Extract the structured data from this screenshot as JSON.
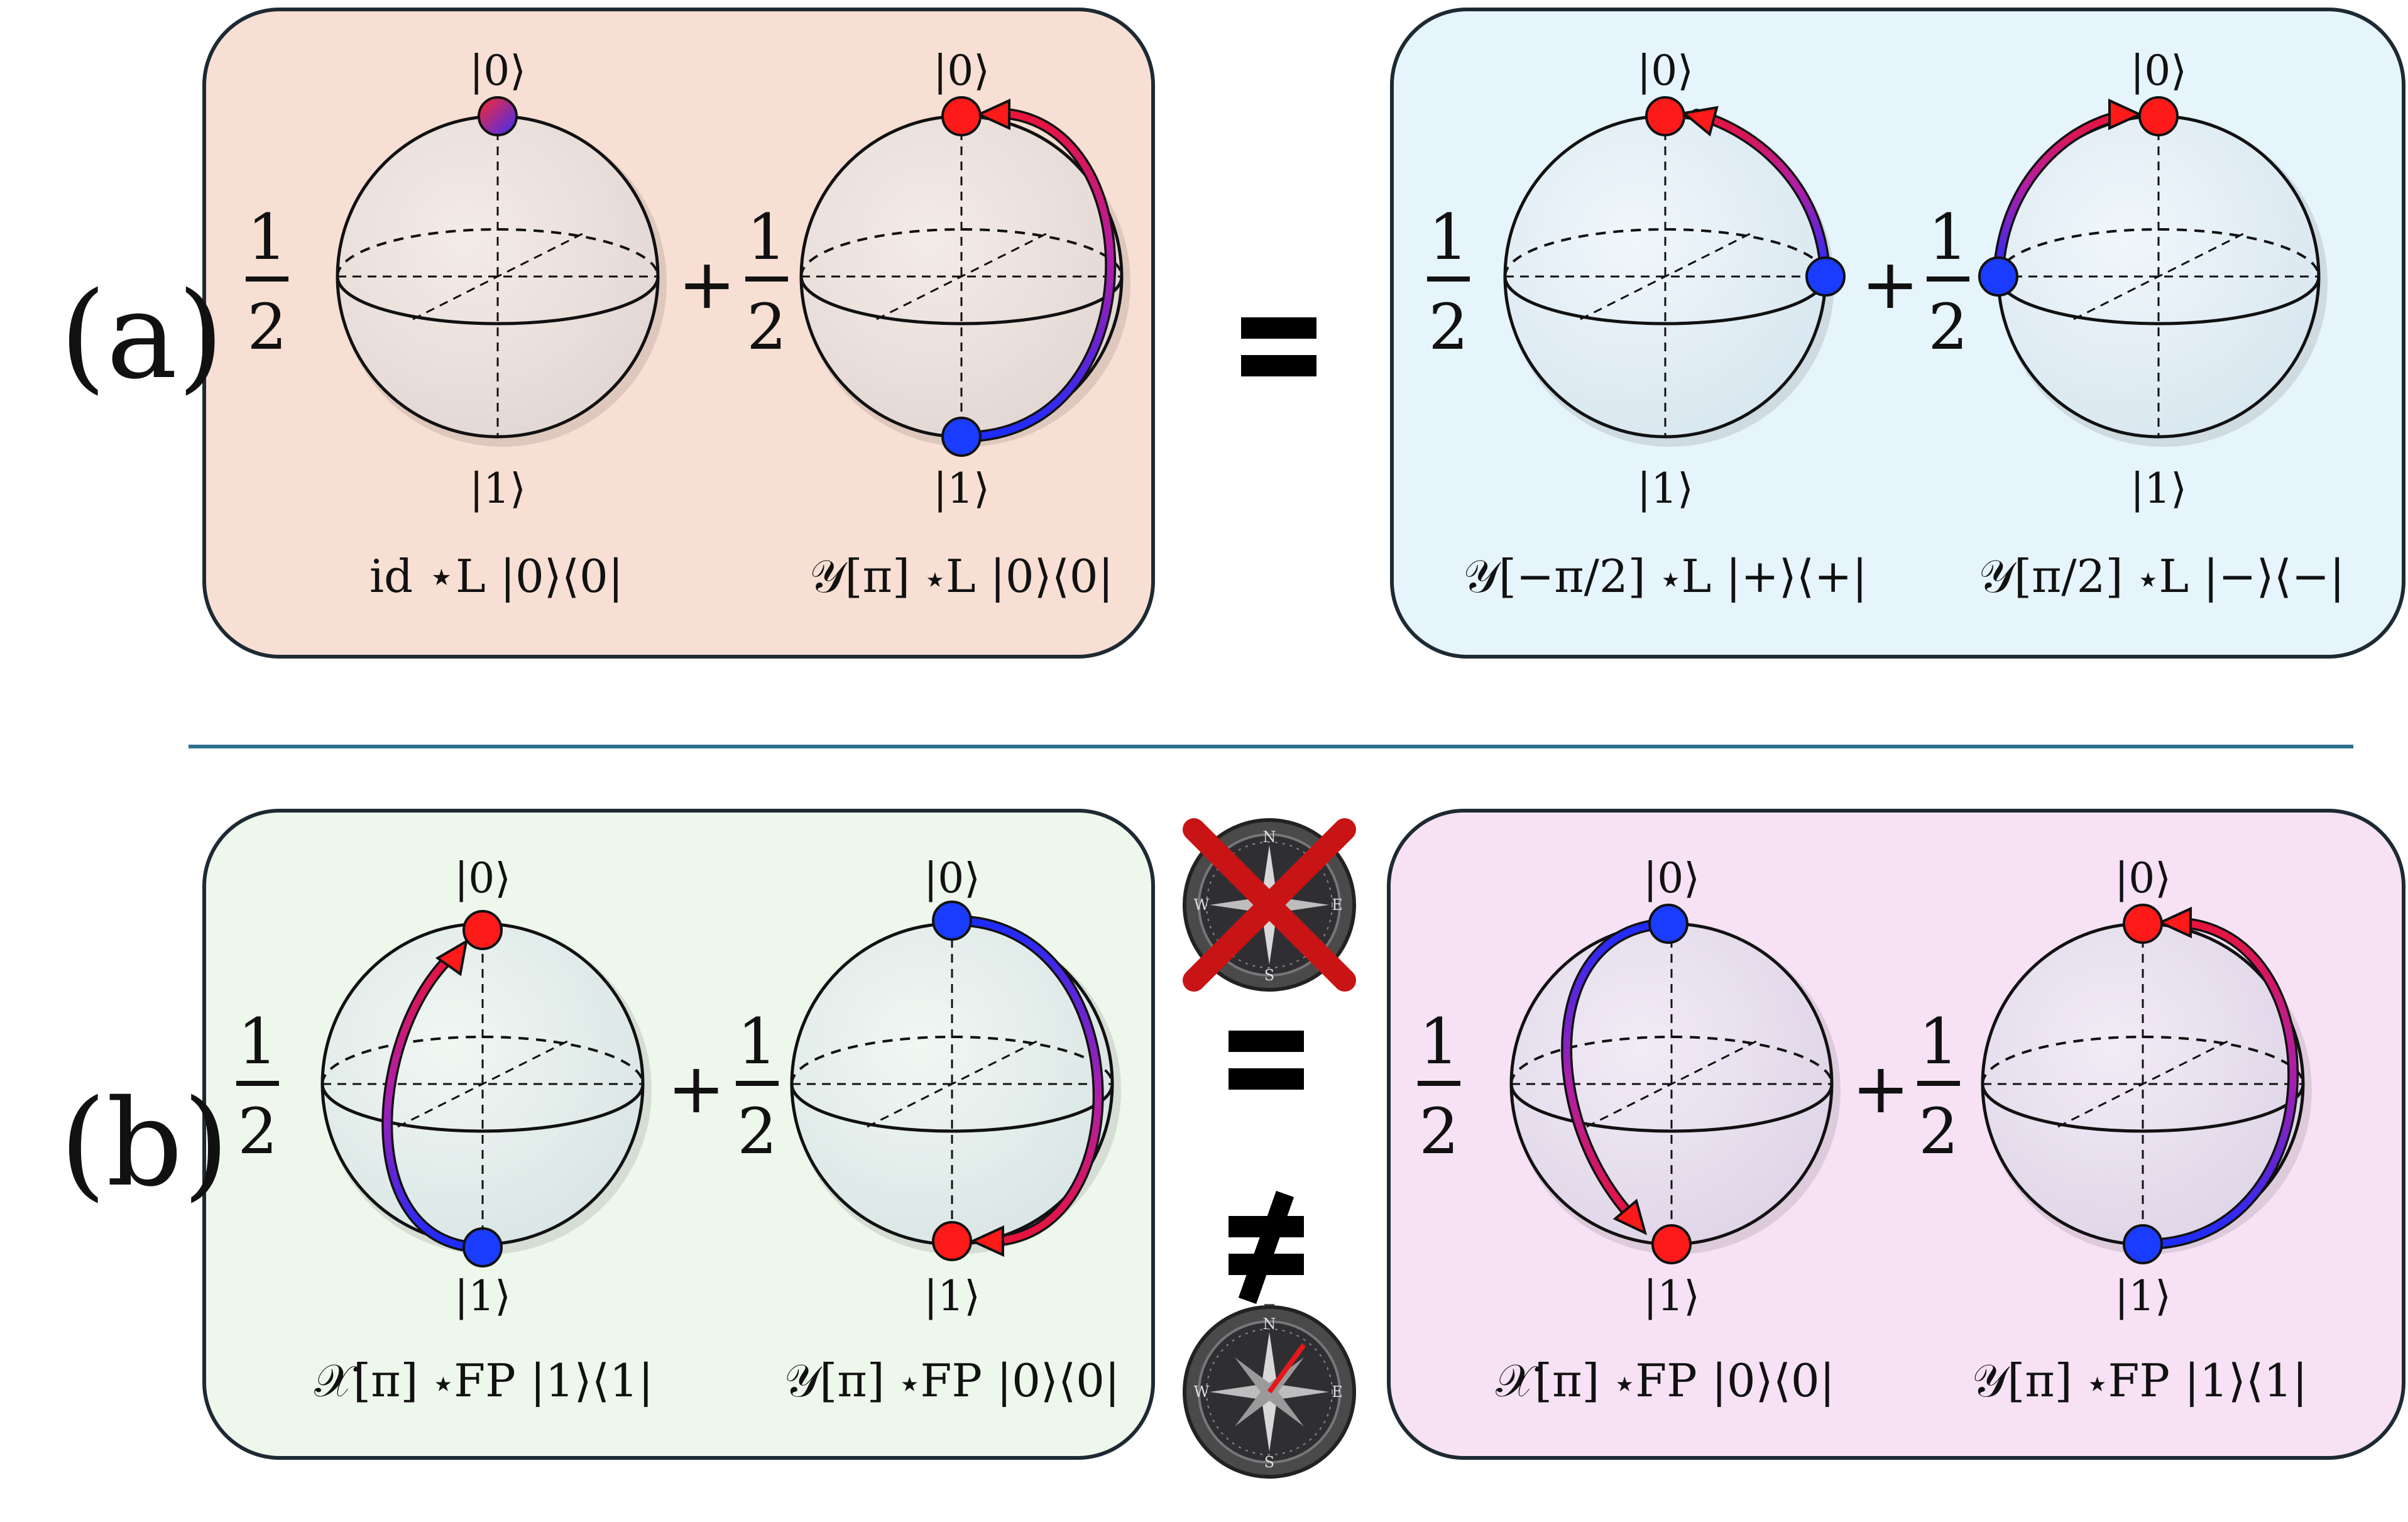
{
  "labels": {
    "a": "(a)",
    "b": "(b)"
  },
  "operators": {
    "plus": "+",
    "equals": "=",
    "not_equal": "≠"
  },
  "fraction": {
    "numerator": "1",
    "denominator": "2"
  },
  "kets": {
    "zero": "|0⟩",
    "one": "|1⟩"
  },
  "compass": {
    "n": "N",
    "s": "S",
    "e": "E",
    "w": "W"
  },
  "colors": {
    "panel_a_left": "#f8dfd3",
    "panel_a_right": "#e6f4fb",
    "panel_b_left": "#eef7ec",
    "panel_b_right": "#f6e2f4",
    "divider": "#2f6f8f",
    "red_state": "#ff1a1a",
    "blue_state": "#1a3cff",
    "cross": "#c81414"
  },
  "panel_a_left": {
    "sphere1_caption": "id ⋆L |0⟩⟨0|",
    "sphere2_caption": "𝒴[π] ⋆L |0⟩⟨0|"
  },
  "panel_a_right": {
    "sphere1_caption": "𝒴[−π/2] ⋆L |+⟩⟨+|",
    "sphere2_caption": "𝒴[π/2] ⋆L |−⟩⟨−|"
  },
  "panel_b_left": {
    "sphere1_caption": "𝒳[π]  ⋆FP |1⟩⟨1|",
    "sphere2_caption": "𝒴[π] ⋆FP |0⟩⟨0|"
  },
  "panel_b_right": {
    "sphere1_caption": "𝒳[π]  ⋆FP |0⟩⟨0|",
    "sphere2_caption": "𝒴[π] ⋆FP |1⟩⟨1|"
  }
}
